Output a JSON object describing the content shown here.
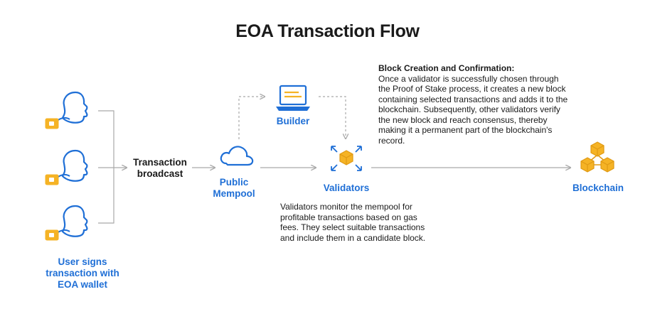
{
  "title": "EOA Transaction Flow",
  "nodes": {
    "user": "User signs transaction with EOA wallet",
    "broadcast": "Transaction broadcast",
    "mempool": "Public Mempool",
    "builder": "Builder",
    "validators": "Validators",
    "blockchain": "Blockchain"
  },
  "notes": {
    "block_creation_heading": "Block Creation and Confirmation:",
    "block_creation_body": "Once a validator is successfully chosen through the Proof of Stake process, it creates a new block containing selected transactions and adds it to the blockchain. Subsequently, other validators verify the new block and reach consensus, thereby making it a permanent part of the blockchain's record.",
    "validators_body": "Validators monitor the mempool for profitable transactions based on gas fees. They select suitable transactions and include them in a candidate block."
  },
  "colors": {
    "accent_blue": "#1f6fd6",
    "accent_orange": "#f5b325",
    "line_gray": "#a9a9a9",
    "text_dark": "#1a1a1a"
  },
  "icons": [
    "user-head-icon",
    "wallet-icon",
    "cloud-icon",
    "laptop-icon",
    "validator-cube-icon",
    "blockchain-cubes-icon"
  ]
}
